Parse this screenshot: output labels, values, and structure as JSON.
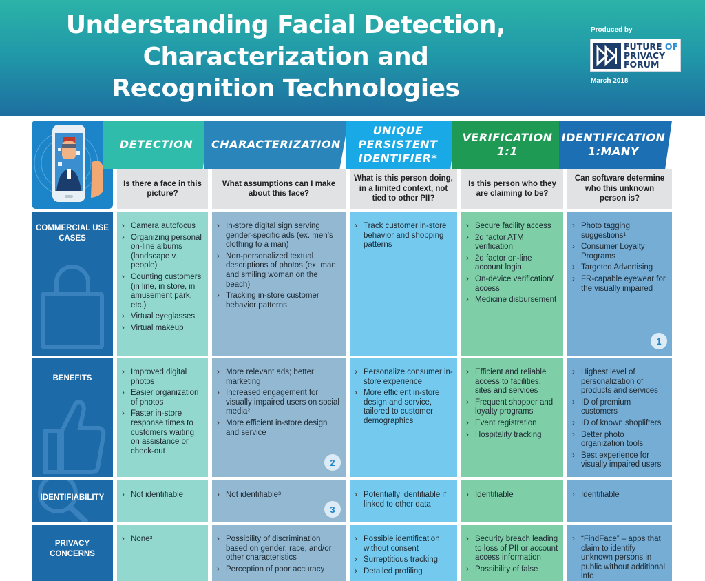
{
  "header": {
    "title_lines": [
      "Understanding Facial Detection,",
      "Characterization and",
      "Recognition Technologies"
    ],
    "produced_by": "Produced by",
    "logo_lines": [
      "FUTURE",
      "OF",
      "PRIVACY",
      "FORUM"
    ],
    "date": "March 2018"
  },
  "columns": [
    {
      "title": "DETECTION",
      "question": "Is there a face in this picture?",
      "color": "#2fbcaa"
    },
    {
      "title": "CHARACTERIZATION",
      "question": "What assumptions can I make about this face?",
      "color": "#2a86ba"
    },
    {
      "title": "UNIQUE PERSISTENT IDENTIFIER*",
      "question": "What is this person doing, in a limited context, not tied to other PII?",
      "color": "#18a9e6"
    },
    {
      "title": "VERIFICATION 1:1",
      "question": "Is this person who they are claiming to be?",
      "color": "#1f9a55"
    },
    {
      "title": "IDENTIFICATION 1:MANY",
      "question": "Can software determine who this unknown person is?",
      "color": "#1d6fb4"
    }
  ],
  "rows": [
    {
      "label": "COMMERCIAL USE CASES",
      "cells": [
        [
          "Camera autofocus",
          "Organizing personal on-line albums (landscape v. people)",
          "Counting customers (in line, in store, in amusement park, etc.)",
          "Virtual eyeglasses",
          "Virtual makeup"
        ],
        [
          "In-store digital sign serving gender-specific ads (ex. men’s clothing to a man)",
          "Non-personalized textual descriptions of photos (ex. man and smiling woman on the beach)",
          "Tracking in-store customer behavior patterns"
        ],
        [
          "Track customer in-store behavior and shopping patterns"
        ],
        [
          "Secure facility access",
          "2d factor ATM verification",
          "2d factor on-line account login",
          "On-device verification/ access",
          "Medicine disbursement"
        ],
        [
          "Photo tagging suggestions¹",
          "Consumer Loyalty Programs",
          "Targeted Advertising",
          "FR-capable eyewear for the visually impaired"
        ]
      ],
      "badge": "1"
    },
    {
      "label": "BENEFITS",
      "cells": [
        [
          "Improved digital photos",
          "Easier organization of photos",
          "Faster in-store response times to customers waiting on assistance or check-out"
        ],
        [
          "More relevant ads; better marketing",
          "Increased engagement for visually impaired users on social media²",
          "More efficient in-store design and service"
        ],
        [
          "Personalize consumer in-store experience",
          "More efficient in-store design and service, tailored to customer demographics"
        ],
        [
          "Efficient and reliable access to facilities, sites and services",
          "Frequent shopper and loyalty programs",
          "Event registration",
          "Hospitality tracking"
        ],
        [
          "Highest level of personalization of products and services",
          "ID of premium customers",
          "ID of known shoplifters",
          "Better photo organization tools",
          "Best experience for visually impaired users"
        ]
      ],
      "badge": "2"
    },
    {
      "label": "IDENTIFIABILITY",
      "cells": [
        [
          "Not identifiable"
        ],
        [
          "Not identifiable³"
        ],
        [
          "Potentially identifiable if linked to other data"
        ],
        [
          "Identifiable"
        ],
        [
          "Identifiable"
        ]
      ],
      "badge": "3"
    },
    {
      "label": "PRIVACY CONCERNS",
      "cells": [
        [
          "None³"
        ],
        [
          "Possibility of discrimination based on gender, race, and/or other characteristics",
          "Perception of poor accuracy"
        ],
        [
          "Possible identification without consent",
          "Surreptitious tracking",
          "Detailed profiling"
        ],
        [
          "Security breach leading to loss of PII or account access information",
          "Possibility of false"
        ],
        [
          "“FindFace” – apps that claim to identify unknown persons in public without additional info"
        ]
      ]
    }
  ]
}
